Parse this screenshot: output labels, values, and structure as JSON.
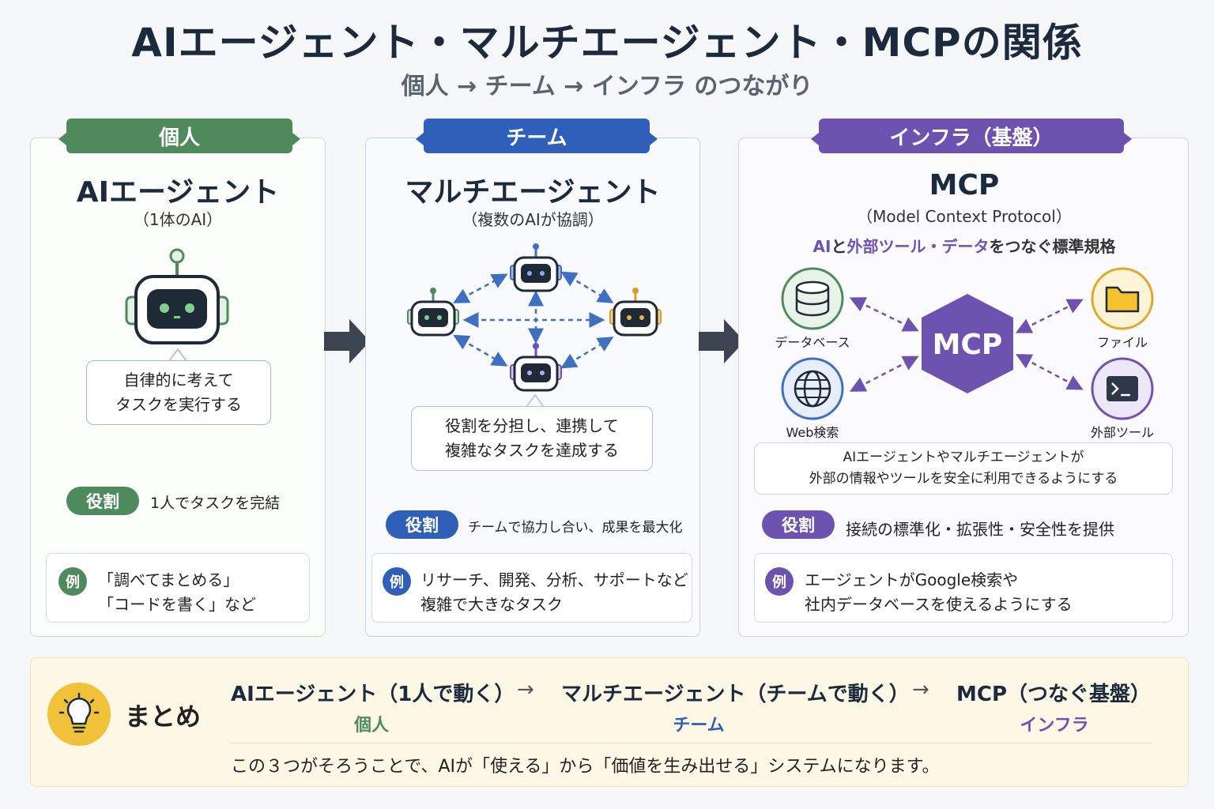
{
  "title": "AIエージェント・マルチエージェント・MCPの関係",
  "subtitle": "個人 → チーム → インフラ のつながり",
  "colors": {
    "green": "#4e8a5c",
    "blue": "#2f5fb8",
    "purple": "#6d52b0",
    "yellow": "#f2c13a"
  },
  "panel1": {
    "tab": "個人",
    "title": "AIエージェント",
    "subtitle": "（1体のAI）",
    "bubble": [
      "自律的に考えて",
      "タスクを実行する"
    ],
    "role_label": "役割",
    "role_text": "1人でタスクを完結",
    "example_label": "例",
    "example": [
      "「調べてまとめる」",
      "「コードを書く」など"
    ]
  },
  "panel2": {
    "tab": "チーム",
    "title": "マルチエージェント",
    "subtitle": "（複数のAIが協調）",
    "bubble": [
      "役割を分担し、連携して",
      "複雑なタスクを達成する"
    ],
    "role_label": "役割",
    "role_text": "チームで協力し合い、成果を最大化",
    "example_label": "例",
    "example": [
      "リサーチ、開発、分析、サポートなど",
      "複雑で大きなタスク"
    ]
  },
  "panel3": {
    "tab": "インフラ（基盤）",
    "title": "MCP",
    "subtitle": "（Model Context Protocol）",
    "desc_parts": [
      "AI",
      "と",
      "外部ツール・データ",
      "をつなぐ標準規格"
    ],
    "hub": "MCP",
    "nodes": {
      "database": "データベース",
      "web": "Web検索",
      "file": "ファイル",
      "tool": "外部ツール"
    },
    "note": [
      "AIエージェントやマルチエージェントが",
      "外部の情報やツールを安全に利用できるようにする"
    ],
    "role_label": "役割",
    "role_text": "接続の標準化・拡張性・安全性を提供",
    "example_label": "例",
    "example": [
      "エージェントがGoogle検索や",
      "社内データベースを使えるようにする"
    ]
  },
  "summary": {
    "label": "まとめ",
    "items": [
      {
        "text": "AIエージェント（1人で動く）",
        "tag": "個人"
      },
      {
        "text": "マルチエージェント（チームで動く）",
        "tag": "チーム"
      },
      {
        "text": "MCP（つなぐ基盤）",
        "tag": "インフラ"
      }
    ],
    "arrow": "→",
    "footer": "この３つがそろうことで、AIが「使える」から「価値を生み出せる」システムになります。"
  }
}
